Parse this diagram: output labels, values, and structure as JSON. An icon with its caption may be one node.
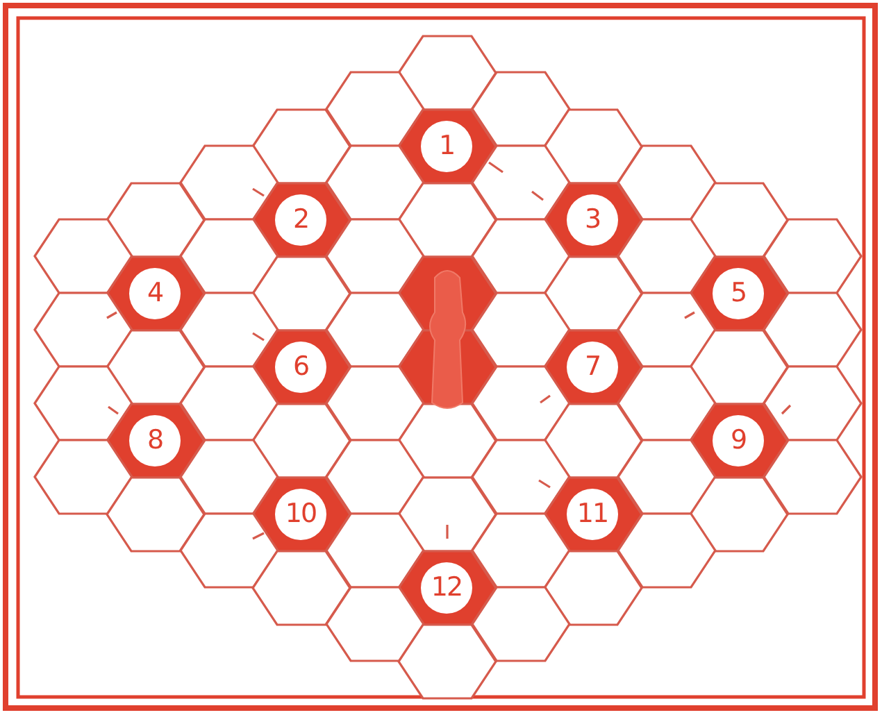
{
  "diagram": {
    "nodes": [
      {
        "text": [],
        "shape": "hexagon"
      },
      {
        "text": [],
        "shape": "hexagon"
      },
      {
        "text": [],
        "shape": "hexagon"
      },
      {
        "text": [],
        "shape": "hexagon"
      },
      {
        "text": [
          "1"
        ]
      },
      {
        "text": [],
        "shape": "hexagon"
      },
      {
        "text": [],
        "shape": "hexagon"
      },
      {
        "text": [],
        "shape": "hexagon"
      },
      {
        "text": [],
        "shape": "hexagon"
      },
      {
        "text": [],
        "shape": "hexagon"
      },
      {
        "text": [],
        "shape": "hexagon"
      },
      {
        "text": [
          "2"
        ]
      },
      {
        "text": [],
        "shape": "hexagon"
      },
      {
        "text": [
          "3"
        ]
      },
      {
        "text": [],
        "shape": "hexagon"
      },
      {
        "text": [],
        "shape": "hexagon"
      },
      {
        "text": [],
        "shape": "hexagon"
      },
      {
        "text": [],
        "shape": "hexagon"
      },
      {
        "text": [],
        "shape": "hexagon"
      },
      {
        "text": [],
        "shape": "hexagon"
      },
      {
        "text": [],
        "shape": "hexagon"
      },
      {
        "text": [
          "4"
        ]
      },
      {
        "text": [],
        "shape": "hexagon"
      },
      {
        "text": [],
        "shape": "picture"
      },
      {
        "text": [],
        "shape": "hexagon"
      },
      {
        "text": [
          "5"
        ]
      },
      {
        "text": [],
        "shape": "hexagon"
      },
      {
        "text": [],
        "shape": "hexagon"
      },
      {
        "text": [],
        "shape": "hexagon"
      },
      {
        "text": [],
        "shape": "hexagon"
      },
      {
        "text": [],
        "shape": "hexagon"
      },
      {
        "text": [],
        "shape": "hexagon"
      },
      {
        "text": [],
        "shape": "hexagon"
      },
      {
        "text": [
          "6"
        ]
      },
      {
        "text": [],
        "shape": "picture"
      },
      {
        "text": [
          "7"
        ]
      },
      {
        "text": [],
        "shape": "hexagon"
      },
      {
        "text": [],
        "shape": "hexagon"
      },
      {
        "text": [],
        "shape": "hexagon"
      },
      {
        "text": [],
        "shape": "hexagon"
      },
      {
        "text": [],
        "shape": "hexagon"
      },
      {
        "text": [],
        "shape": "hexagon"
      },
      {
        "text": [],
        "shape": "hexagon"
      },
      {
        "text": [
          "8"
        ]
      },
      {
        "text": [],
        "shape": "hexagon"
      },
      {
        "text": [],
        "shape": "hexagon"
      },
      {
        "text": [],
        "shape": "hexagon"
      },
      {
        "text": [
          "9"
        ]
      },
      {
        "text": [],
        "shape": "hexagon"
      },
      {
        "text": [],
        "shape": "hexagon"
      },
      {
        "text": [],
        "shape": "hexagon"
      },
      {
        "text": [],
        "shape": "hexagon"
      },
      {
        "text": [],
        "shape": "hexagon"
      },
      {
        "text": [],
        "shape": "hexagon"
      },
      {
        "text": [],
        "shape": "hexagon"
      },
      {
        "text": [
          "10"
        ]
      },
      {
        "text": [],
        "shape": "hexagon"
      },
      {
        "text": [
          "11"
        ]
      },
      {
        "text": [],
        "shape": "hexagon"
      },
      {
        "text": [],
        "shape": "hexagon"
      },
      {
        "text": [],
        "shape": "hexagon"
      },
      {
        "text": [],
        "shape": "hexagon"
      },
      {
        "text": [],
        "shape": "hexagon"
      },
      {
        "text": [],
        "shape": "hexagon"
      },
      {
        "text": [
          "12"
        ]
      },
      {
        "text": [],
        "shape": "hexagon"
      },
      {
        "text": [],
        "shape": "hexagon"
      },
      {
        "text": [],
        "shape": "hexagon"
      },
      {
        "text": [],
        "shape": "hexagon"
      }
    ]
  }
}
